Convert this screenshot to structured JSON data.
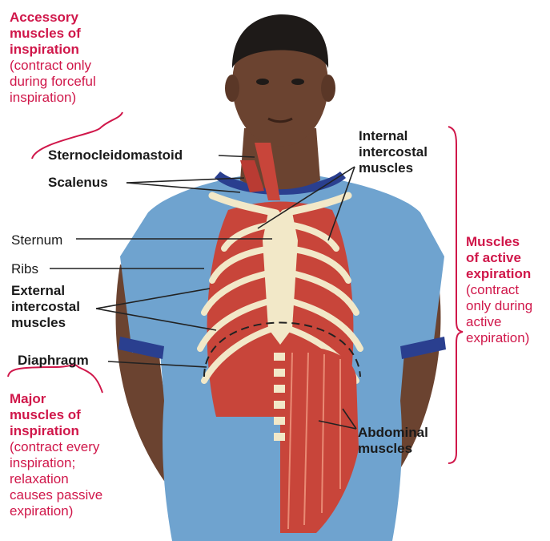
{
  "labels": {
    "sternocleidomastoid": "Sternocleidomastoid",
    "scalenus": "Scalenus",
    "sternum": "Sternum",
    "ribs": "Ribs",
    "external_intercostal": [
      "External",
      "intercostal",
      "muscles"
    ],
    "diaphragm": "Diaphragm",
    "internal_intercostal": [
      "Internal",
      "intercostal",
      "muscles"
    ],
    "abdominal": [
      "Abdominal",
      "muscles"
    ]
  },
  "groups": {
    "accessory_inspiration": {
      "heading": [
        "Accessory",
        "muscles of",
        "inspiration"
      ],
      "detail": [
        "(contract only",
        "during forceful",
        "inspiration)"
      ]
    },
    "major_inspiration": {
      "heading": [
        "Major",
        "muscles of",
        "inspiration"
      ],
      "detail": [
        "(contract every",
        "inspiration;",
        "relaxation",
        "causes passive",
        "expiration)"
      ]
    },
    "active_expiration": {
      "heading": [
        "Muscles",
        "of active",
        "expiration"
      ],
      "detail": [
        "(contract",
        "only during",
        "active",
        "expiration)"
      ]
    }
  },
  "colors": {
    "accent": "#d0174a",
    "shirt": "#6fa3cf",
    "shirt_trim": "#2a3f8f",
    "skin": "#6b4330",
    "muscle": "#c8453a",
    "bone": "#f2e8c8"
  }
}
